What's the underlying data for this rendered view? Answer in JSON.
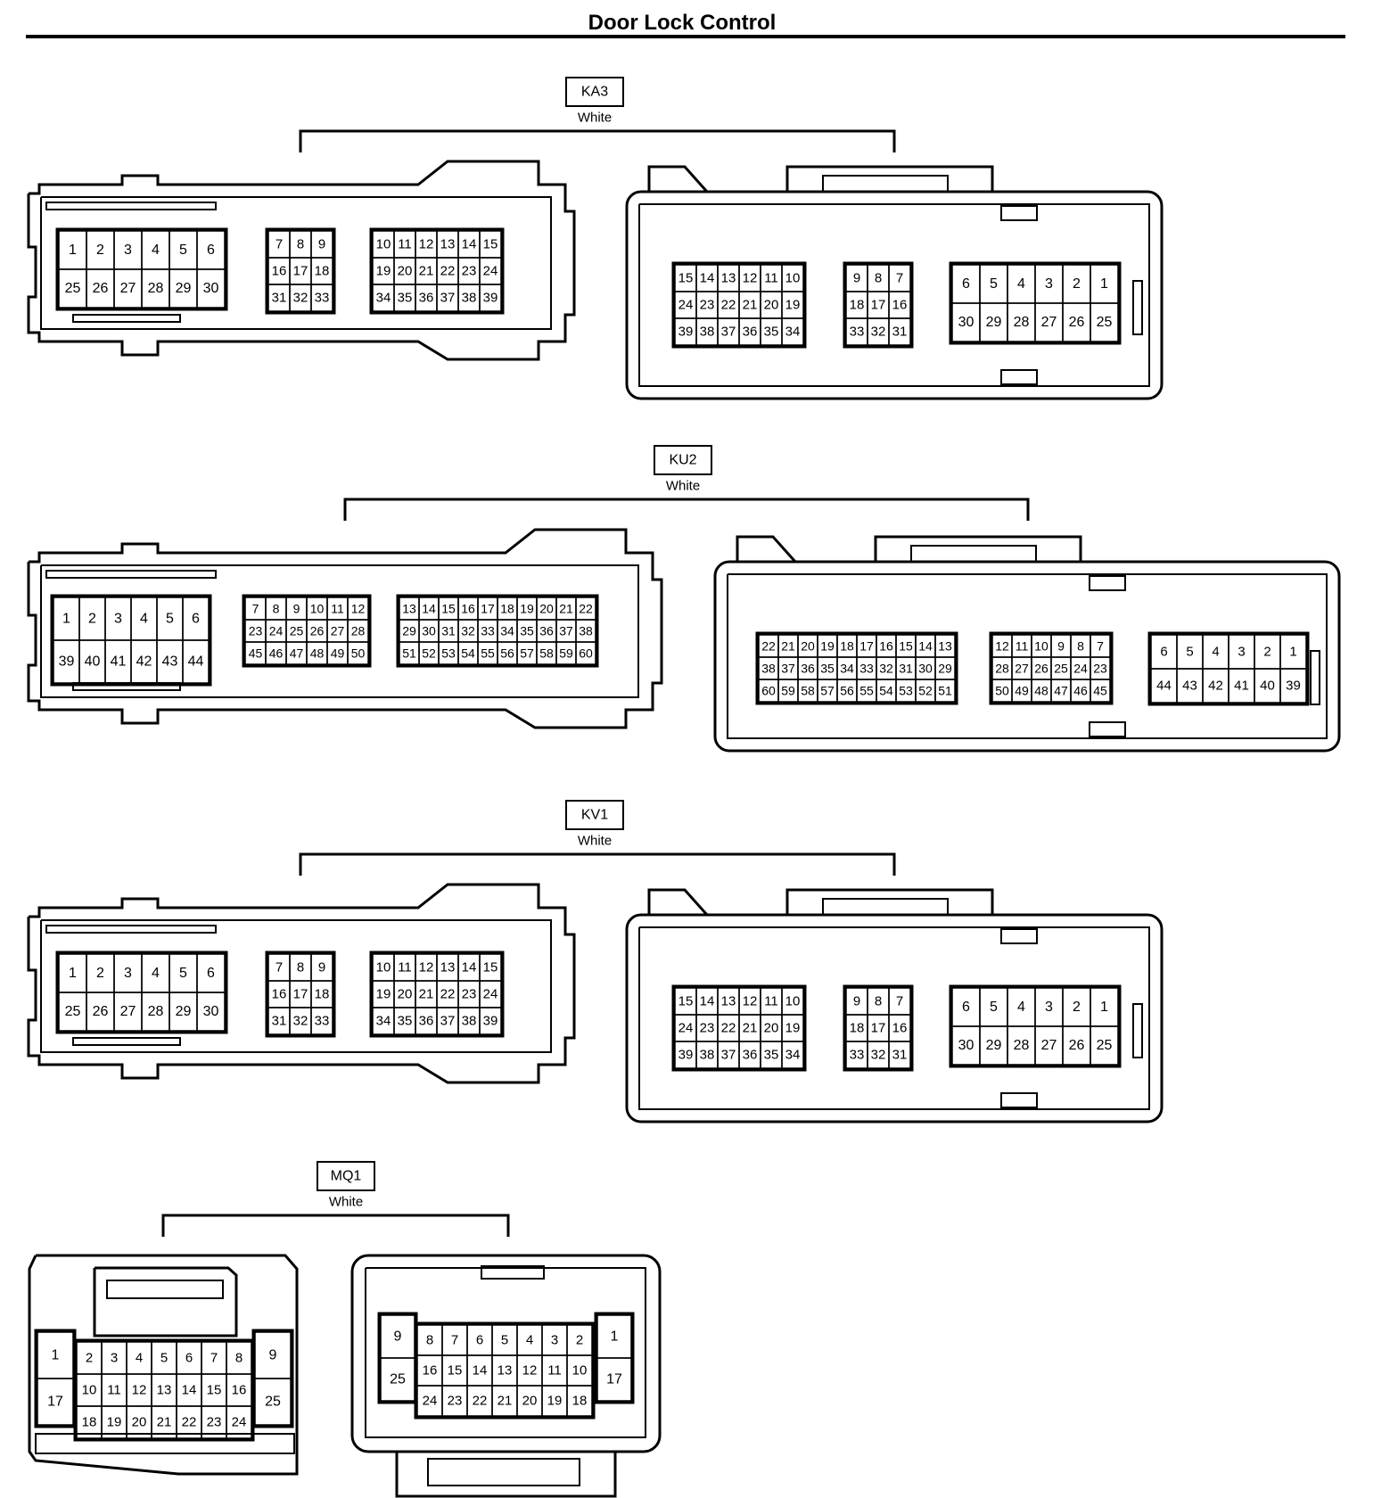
{
  "title": "Door Lock Control",
  "connectors": [
    {
      "id": "KA3",
      "color": "White",
      "left": {
        "blocks": [
          {
            "rows": [
              [
                "1",
                "2",
                "3",
                "4",
                "5",
                "6"
              ],
              [
                "25",
                "26",
                "27",
                "28",
                "29",
                "30"
              ]
            ]
          },
          {
            "rows": [
              [
                "7",
                "8",
                "9"
              ],
              [
                "16",
                "17",
                "18"
              ],
              [
                "31",
                "32",
                "33"
              ]
            ]
          },
          {
            "rows": [
              [
                "10",
                "11",
                "12",
                "13",
                "14",
                "15"
              ],
              [
                "19",
                "20",
                "21",
                "22",
                "23",
                "24"
              ],
              [
                "34",
                "35",
                "36",
                "37",
                "38",
                "39"
              ]
            ]
          }
        ]
      },
      "right": {
        "blocks": [
          {
            "rows": [
              [
                "15",
                "14",
                "13",
                "12",
                "11",
                "10"
              ],
              [
                "24",
                "23",
                "22",
                "21",
                "20",
                "19"
              ],
              [
                "39",
                "38",
                "37",
                "36",
                "35",
                "34"
              ]
            ]
          },
          {
            "rows": [
              [
                "9",
                "8",
                "7"
              ],
              [
                "18",
                "17",
                "16"
              ],
              [
                "33",
                "32",
                "31"
              ]
            ]
          },
          {
            "rows": [
              [
                "6",
                "5",
                "4",
                "3",
                "2",
                "1"
              ],
              [
                "30",
                "29",
                "28",
                "27",
                "26",
                "25"
              ]
            ]
          }
        ]
      }
    },
    {
      "id": "KU2",
      "color": "White",
      "left": {
        "blocks": [
          {
            "rows": [
              [
                "1",
                "2",
                "3",
                "4",
                "5",
                "6"
              ],
              [
                "39",
                "40",
                "41",
                "42",
                "43",
                "44"
              ]
            ]
          },
          {
            "rows": [
              [
                "7",
                "8",
                "9",
                "10",
                "11",
                "12"
              ],
              [
                "23",
                "24",
                "25",
                "26",
                "27",
                "28"
              ],
              [
                "45",
                "46",
                "47",
                "48",
                "49",
                "50"
              ]
            ]
          },
          {
            "rows": [
              [
                "13",
                "14",
                "15",
                "16",
                "17",
                "18",
                "19",
                "20",
                "21",
                "22"
              ],
              [
                "29",
                "30",
                "31",
                "32",
                "33",
                "34",
                "35",
                "36",
                "37",
                "38"
              ],
              [
                "51",
                "52",
                "53",
                "54",
                "55",
                "56",
                "57",
                "58",
                "59",
                "60"
              ]
            ]
          }
        ]
      },
      "right": {
        "blocks": [
          {
            "rows": [
              [
                "22",
                "21",
                "20",
                "19",
                "18",
                "17",
                "16",
                "15",
                "14",
                "13"
              ],
              [
                "38",
                "37",
                "36",
                "35",
                "34",
                "33",
                "32",
                "31",
                "30",
                "29"
              ],
              [
                "60",
                "59",
                "58",
                "57",
                "56",
                "55",
                "54",
                "53",
                "52",
                "51"
              ]
            ]
          },
          {
            "rows": [
              [
                "12",
                "11",
                "10",
                "9",
                "8",
                "7"
              ],
              [
                "28",
                "27",
                "26",
                "25",
                "24",
                "23"
              ],
              [
                "50",
                "49",
                "48",
                "47",
                "46",
                "45"
              ]
            ]
          },
          {
            "rows": [
              [
                "6",
                "5",
                "4",
                "3",
                "2",
                "1"
              ],
              [
                "44",
                "43",
                "42",
                "41",
                "40",
                "39"
              ]
            ]
          }
        ]
      }
    },
    {
      "id": "KV1",
      "color": "White",
      "left": {
        "blocks": [
          {
            "rows": [
              [
                "1",
                "2",
                "3",
                "4",
                "5",
                "6"
              ],
              [
                "25",
                "26",
                "27",
                "28",
                "29",
                "30"
              ]
            ]
          },
          {
            "rows": [
              [
                "7",
                "8",
                "9"
              ],
              [
                "16",
                "17",
                "18"
              ],
              [
                "31",
                "32",
                "33"
              ]
            ]
          },
          {
            "rows": [
              [
                "10",
                "11",
                "12",
                "13",
                "14",
                "15"
              ],
              [
                "19",
                "20",
                "21",
                "22",
                "23",
                "24"
              ],
              [
                "34",
                "35",
                "36",
                "37",
                "38",
                "39"
              ]
            ]
          }
        ]
      },
      "right": {
        "blocks": [
          {
            "rows": [
              [
                "15",
                "14",
                "13",
                "12",
                "11",
                "10"
              ],
              [
                "24",
                "23",
                "22",
                "21",
                "20",
                "19"
              ],
              [
                "39",
                "38",
                "37",
                "36",
                "35",
                "34"
              ]
            ]
          },
          {
            "rows": [
              [
                "9",
                "8",
                "7"
              ],
              [
                "18",
                "17",
                "16"
              ],
              [
                "33",
                "32",
                "31"
              ]
            ]
          },
          {
            "rows": [
              [
                "6",
                "5",
                "4",
                "3",
                "2",
                "1"
              ],
              [
                "30",
                "29",
                "28",
                "27",
                "26",
                "25"
              ]
            ]
          }
        ]
      }
    },
    {
      "id": "MQ1",
      "color": "White",
      "left": {
        "side_left": [
          "1",
          "17"
        ],
        "center": [
          [
            "2",
            "3",
            "4",
            "5",
            "6",
            "7",
            "8"
          ],
          [
            "10",
            "11",
            "12",
            "13",
            "14",
            "15",
            "16"
          ],
          [
            "18",
            "19",
            "20",
            "21",
            "22",
            "23",
            "24"
          ]
        ],
        "side_right": [
          "9",
          "25"
        ]
      },
      "right": {
        "side_left": [
          "9",
          "25"
        ],
        "center": [
          [
            "8",
            "7",
            "6",
            "5",
            "4",
            "3",
            "2"
          ],
          [
            "16",
            "15",
            "14",
            "13",
            "12",
            "11",
            "10"
          ],
          [
            "24",
            "23",
            "22",
            "21",
            "20",
            "19",
            "18"
          ]
        ],
        "side_right": [
          "1",
          "17"
        ]
      }
    }
  ]
}
